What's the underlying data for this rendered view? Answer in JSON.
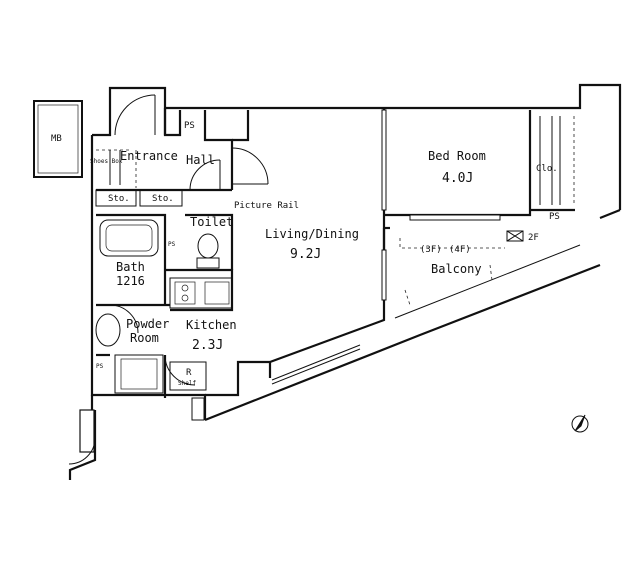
{
  "labels": {
    "mb": "MB",
    "ps_top": "PS",
    "shoes_box": "Shoes Box",
    "entrance": "Entrance",
    "hall": "Hall",
    "sto_1": "Sto.",
    "sto_2": "Sto.",
    "picture_rail": "Picture Rail",
    "toilet": "Toilet",
    "ps_bath": "PS",
    "bath": "Bath",
    "bath_size": "1216",
    "living_dining": "Living/Dining",
    "living_dining_size": "9.2J",
    "bed_room": "Bed Room",
    "bed_room_size": "4.0J",
    "clo": "Clo.",
    "ps_bed": "PS",
    "ac_3f": "(3F)",
    "ac_4f": "(4F)",
    "balcony": "Balcony",
    "ac_2f": "2F",
    "powder_room": "Powder",
    "powder_room_2": "Room",
    "kitchen": "Kitchen",
    "kitchen_size": "2.3J",
    "ps_powder": "PS",
    "r_shelf_1": "R",
    "r_shelf_2": "Shelf"
  },
  "icons": {
    "compass": "compass-north-icon"
  }
}
